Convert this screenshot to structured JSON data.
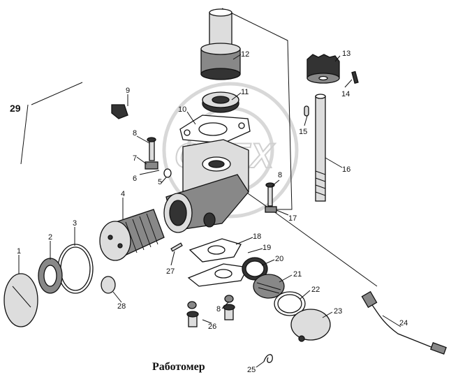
{
  "title": "Работомер",
  "assembly_label": "29",
  "watermark": "OREX",
  "callouts": [
    {
      "id": "1",
      "text": "1"
    },
    {
      "id": "2",
      "text": "2"
    },
    {
      "id": "3",
      "text": "3"
    },
    {
      "id": "4",
      "text": "4"
    },
    {
      "id": "5",
      "text": "5"
    },
    {
      "id": "6",
      "text": "6"
    },
    {
      "id": "7",
      "text": "7"
    },
    {
      "id": "8a",
      "text": "8"
    },
    {
      "id": "8b",
      "text": "8"
    },
    {
      "id": "8c",
      "text": "8"
    },
    {
      "id": "9",
      "text": "9"
    },
    {
      "id": "10",
      "text": "10"
    },
    {
      "id": "11",
      "text": "11"
    },
    {
      "id": "12",
      "text": "12"
    },
    {
      "id": "13",
      "text": "13"
    },
    {
      "id": "14",
      "text": "14"
    },
    {
      "id": "15",
      "text": "15"
    },
    {
      "id": "16",
      "text": "16"
    },
    {
      "id": "17",
      "text": "17"
    },
    {
      "id": "18",
      "text": "18"
    },
    {
      "id": "19",
      "text": "19"
    },
    {
      "id": "20",
      "text": "20"
    },
    {
      "id": "21",
      "text": "21"
    },
    {
      "id": "22",
      "text": "22"
    },
    {
      "id": "23",
      "text": "23"
    },
    {
      "id": "24",
      "text": "24"
    },
    {
      "id": "25",
      "text": "25"
    },
    {
      "id": "26",
      "text": "26"
    },
    {
      "id": "27",
      "text": "27"
    },
    {
      "id": "28",
      "text": "28"
    }
  ]
}
